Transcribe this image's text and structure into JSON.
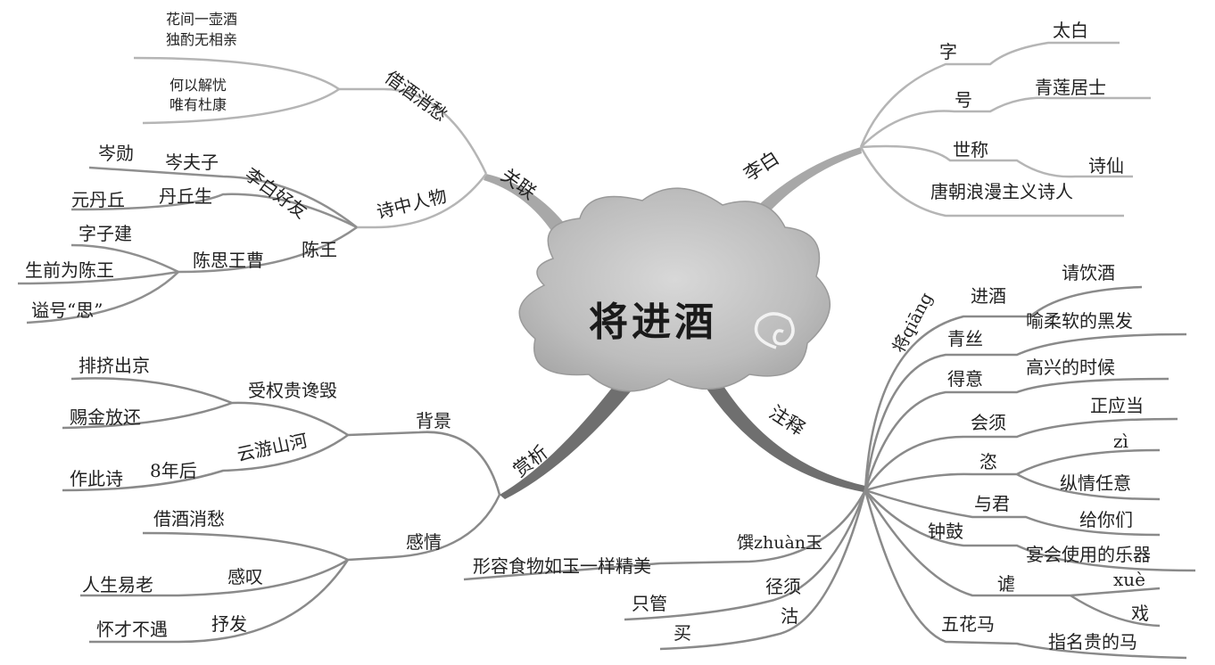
{
  "center": {
    "title": "将进酒"
  },
  "branches": {
    "libai": {
      "label": "李白",
      "zi": "字",
      "zi_val": "太白",
      "hao": "号",
      "hao_val": "青莲居士",
      "shicheng": "世称",
      "shicheng_val": "诗仙",
      "tang": "唐朝浪漫主义诗人"
    },
    "guanlian": {
      "label": "关联",
      "jiejiu": {
        "label": "借酒消愁",
        "poem1_line1": "花间一壶酒",
        "poem1_line2": "独酌无相亲",
        "poem2_line1": "何以解忧",
        "poem2_line2": "唯有杜康"
      },
      "renwu": {
        "label": "诗中人物",
        "haoyou": "李白好友",
        "cenfuzi": "岑夫子",
        "cenxun": "岑勋",
        "danqiusheng": "丹丘生",
        "yuandanqiu": "元丹丘",
        "chenwang": "陈王",
        "chensi": "陈思王曹",
        "zizijian": "字子建",
        "shengqian": "生前为陈王",
        "shihao": "谥号“思”"
      }
    },
    "shangxi": {
      "label": "赏析",
      "beijing": {
        "label": "背景",
        "shouquan": "受权贵谗毁",
        "paiji": "排挤出京",
        "cijin": "赐金放还",
        "yunyou": "云游山河",
        "nian8": "8年后",
        "zuoci": "作此诗"
      },
      "ganqing": {
        "label": "感情",
        "jiejiu": "借酒消愁",
        "gantan": "感叹",
        "rensheng": "人生易老",
        "shufa": "抒发",
        "huaicai": "怀才不遇"
      }
    },
    "zhushi": {
      "label": "注释",
      "jiang": "将qiāng",
      "jinjiu": "进酒",
      "jinjiu_val": "请饮酒",
      "qingsi": "青丝",
      "qingsi_val": "喻柔软的黑发",
      "deyi": "得意",
      "deyi_val": "高兴的时候",
      "huixu": "会须",
      "huixu_val": "正应当",
      "zi_char": "恣",
      "zi_pinyin": "zì",
      "zi_val": "纵情任意",
      "yujun": "与君",
      "yujun_val": "给你们",
      "zhonggu": "钟鼓",
      "zhonggu_val": "宴会使用的乐器",
      "xue_char": "谑",
      "xue_pinyin": "xuè",
      "xue_val": "戏",
      "wuhuama": "五花马",
      "wuhuama_val": "指名贵的马",
      "zhuan": "馔zhuàn玉",
      "zhuan_val": "形容食物如玉一样精美",
      "jingxu": "径须",
      "jingxu_val": "只管",
      "gu": "沽",
      "gu_val": "买"
    }
  },
  "colors": {
    "line": "#b5b5b5",
    "line_dark": "#8a8a8a",
    "cloud": "#c9c9c9",
    "text": "#222222"
  }
}
